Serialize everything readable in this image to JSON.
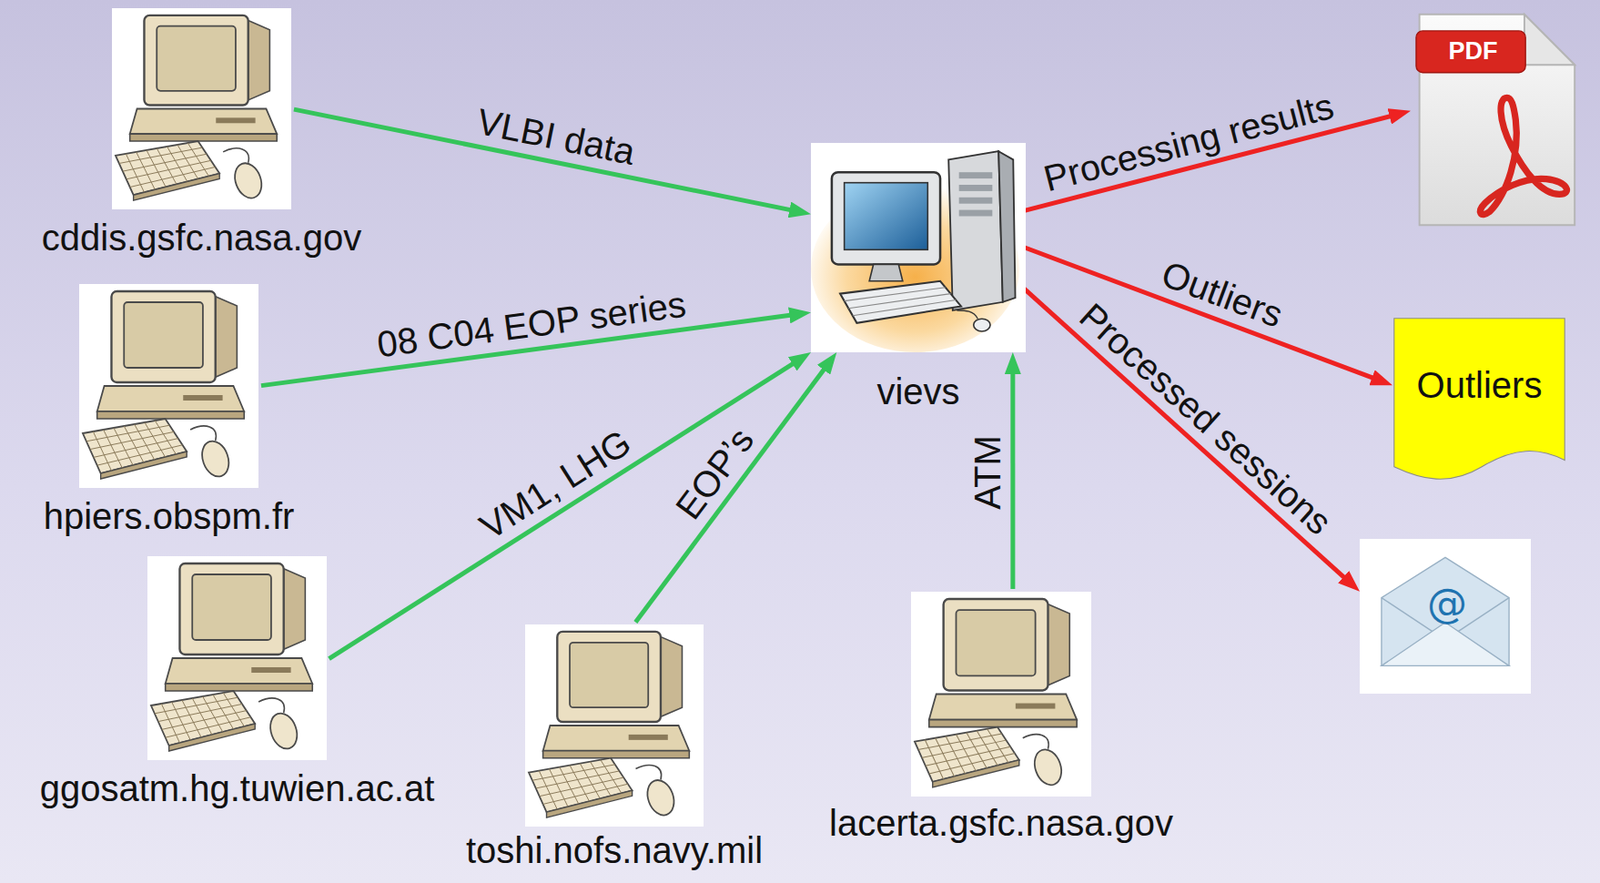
{
  "diagram": {
    "nodes": [
      {
        "text": [
          "cddis.gsfc.nasa.gov"
        ]
      },
      {
        "text": [
          "hpiers.obspm.fr"
        ]
      },
      {
        "text": [
          "ggosatm.hg.tuwien.ac.at"
        ]
      },
      {
        "text": [
          "toshi.nofs.navy.mil"
        ]
      },
      {
        "text": [
          "lacerta.gsfc.nasa.gov"
        ]
      },
      {
        "text": [
          "vievs"
        ]
      },
      {
        "text": [
          "PDF"
        ]
      },
      {
        "text": [
          "Outliers"
        ]
      },
      {
        "text": [
          "@"
        ]
      }
    ],
    "edges": [
      {
        "from": 0,
        "to": 5,
        "label": "VLBI data",
        "arrow": "to"
      },
      {
        "from": 1,
        "to": 5,
        "label": "08 C04 EOP series",
        "arrow": "to"
      },
      {
        "from": 2,
        "to": 5,
        "label": "VM1, LHG",
        "arrow": "to"
      },
      {
        "from": 3,
        "to": 5,
        "label": "EOP’s",
        "arrow": "to"
      },
      {
        "from": 4,
        "to": 5,
        "label": "ATM",
        "arrow": "to"
      },
      {
        "from": 5,
        "to": 6,
        "label": "Processing results",
        "arrow": "to"
      },
      {
        "from": 5,
        "to": 7,
        "label": "Outliers",
        "arrow": "to"
      },
      {
        "from": 5,
        "to": 8,
        "label": "Processed sessions",
        "arrow": "to"
      }
    ]
  }
}
